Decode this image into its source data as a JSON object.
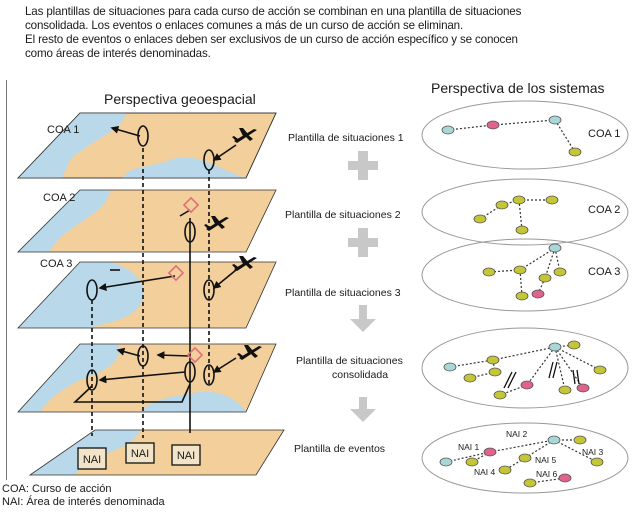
{
  "intro": {
    "line1": "Las plantillas de situaciones para cada curso de acción se combinan en una plantilla de situaciones",
    "line2": "consolidada. Los eventos o enlaces comunes a más de un curso de acción se eliminan.",
    "line3": "El resto de eventos o enlaces deben ser exclusivos de un curso de acción específico y se conocen",
    "line4": "como áreas de interés denominadas."
  },
  "headings": {
    "geo": "Perspectiva geoespacial",
    "systems": "Perspectiva de los sistemas"
  },
  "layers": {
    "coa1": "COA 1",
    "coa2": "COA 2",
    "coa3": "COA 3"
  },
  "templates": {
    "t1": "Plantilla de situaciones 1",
    "t2": "Plantilla de situaciones 2",
    "t3": "Plantilla de situaciones 3",
    "consolidated_line1": "Plantilla de situaciones",
    "consolidated_line2": "consolidada",
    "events": "Plantilla de eventos"
  },
  "systems": {
    "coa1": "COA 1",
    "coa2": "COA 2",
    "coa3": "COA 3",
    "nai1": "NAI 1",
    "nai2": "NAI 2",
    "nai3": "NAI 3",
    "nai4": "NAI 4",
    "nai5": "NAI 5",
    "nai6": "NAI 6"
  },
  "nai_boxes": {
    "a": "NAI",
    "b": "NAI",
    "c": "NAI"
  },
  "legend": {
    "coa": "COA: Curso de acción",
    "nai": "NAI: Área de interés denominada"
  },
  "colors": {
    "land": "#f2cf9b",
    "water": "#b9d9ea",
    "node_blue": "#a9d6d6",
    "node_pink": "#e0628f",
    "node_green": "#c4c537",
    "plus": "#c8c8c8",
    "marker": "#e0707a"
  }
}
